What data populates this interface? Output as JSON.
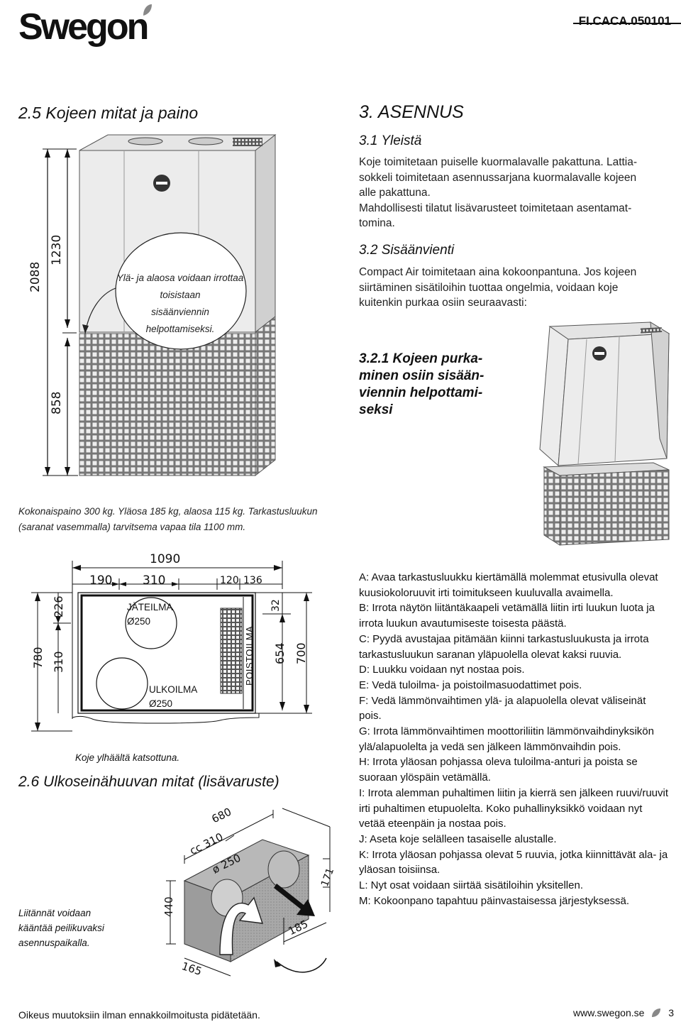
{
  "header": {
    "logo": "Swegon",
    "doc_id": "FI.CACA.050101"
  },
  "section_25": {
    "title": "2.5 Kojeen mitat ja paino",
    "dim_total": "2088",
    "dim_upper": "1230",
    "dim_lower": "858",
    "callout": [
      "Ylä- ja alaosa voidaan irrottaa",
      "toisistaan",
      "sisäänviennin",
      "helpottamiseksi."
    ],
    "weight_note_1": "Kokonaispaino 300 kg. Yläosa 185 kg, alaosa 115 kg. Tarkastusluukun",
    "weight_note_2": "(saranat vasemmalla) tarvitsema vapaa tila 1100 mm."
  },
  "topview": {
    "w_total": "1090",
    "w_190": "190",
    "w_310": "310",
    "w_120": "120",
    "w_136": "136",
    "d_780": "780",
    "d_226": "226",
    "d_310": "310",
    "d_32": "32",
    "d_654": "654",
    "d_700": "700",
    "jateilma": "JÄTEILMA",
    "jateilma_d": "Ø250",
    "ulkoilma": "ULKOILMA",
    "ulkoilma_d": "Ø250",
    "poistoilma": "POISTOILMA",
    "caption": "Koje ylhäältä katsottuna."
  },
  "section_26": {
    "title": "2.6 Ulkoseinähuuvan mitat (lisävaruste)",
    "d_680": "680",
    "d_cc310": "cc 310",
    "d_250": "ø 250",
    "d_171": "171",
    "d_440": "440",
    "d_185": "185",
    "d_165": "165",
    "note": [
      "Liitännät voidaan",
      "kääntää peilikuvaksi",
      "asennuspaikalla."
    ]
  },
  "section_3": {
    "title": "3. ASENNUS",
    "s31_title": "3.1 Yleistä",
    "s31_lines": [
      "Koje toimitetaan puiselle kuormalavalle pakattuna. Lattia-",
      "sokkeli toimitetaan asennussarjana kuormalavalle kojeen",
      "alle pakattuna.",
      "Mahdollisesti tilatut lisävarusteet toimitetaan asentamat-",
      "tomina."
    ],
    "s32_title": "3.2 Sisäänvienti",
    "s32_lines": [
      "Compact Air toimitetaan aina kokoonpantuna. Jos kojeen",
      "siirtäminen sisätiloihin tuottaa ongelmia, voidaan koje",
      "kuitenkin purkaa osiin seuraavasti:"
    ],
    "s321_title": [
      "3.2.1 Kojeen purka-",
      "minen osiin sisään-",
      "viennin helpottami-",
      "seksi"
    ]
  },
  "steps": [
    "A: Avaa tarkastusluukku kiertämällä molemmat etusivulla olevat kuusiokoloruuvit irti toimitukseen kuuluvalla avaimella.",
    "B: Irrota näytön liitäntäkaapeli vetämällä liitin irti luukun luota ja irrota luukun avautumiseste toisesta päästä.",
    "C: Pyydä avustajaa pitämään kiinni tarkastusluukusta ja irrota tarkastusluukun saranan yläpuolella olevat kaksi ruuvia.",
    "D: Luukku voidaan nyt nostaa pois.",
    "E: Vedä tuloilma- ja poistoilmasuodattimet pois.",
    "F: Vedä lämmönvaihtimen ylä- ja alapuolella olevat väliseinät pois.",
    "G: Irrota lämmönvaihtimen moottoriliitin lämmönvaihdinyksikön ylä/alapuolelta ja vedä sen jälkeen lämmönvaihdin pois.",
    "H: Irrota yläosan pohjassa oleva tuloilma-anturi ja poista se suoraan ylöspäin vetämällä.",
    "I: Irrota alemman puhaltimen liitin ja kierrä sen jälkeen ruuvi/ruuvit irti puhaltimen etupuolelta. Koko puhallinyksikkö voidaan nyt vetää eteenpäin ja nostaa pois.",
    "J: Aseta koje selälleen tasaiselle alustalle.",
    "K: Irrota yläosan pohjassa olevat 5 ruuvia, jotka kiinnittävät ala- ja yläosan toisiinsa.",
    "L: Nyt osat voidaan siirtää sisätiloihin yksitellen.",
    "M: Kokoonpano tapahtuu päinvastaisessa järjestyksessä."
  ],
  "footer": {
    "left": "Oikeus muutoksiin ilman ennakkoilmoitusta pidätetään.",
    "url": "www.swegon.se",
    "page": "3"
  }
}
